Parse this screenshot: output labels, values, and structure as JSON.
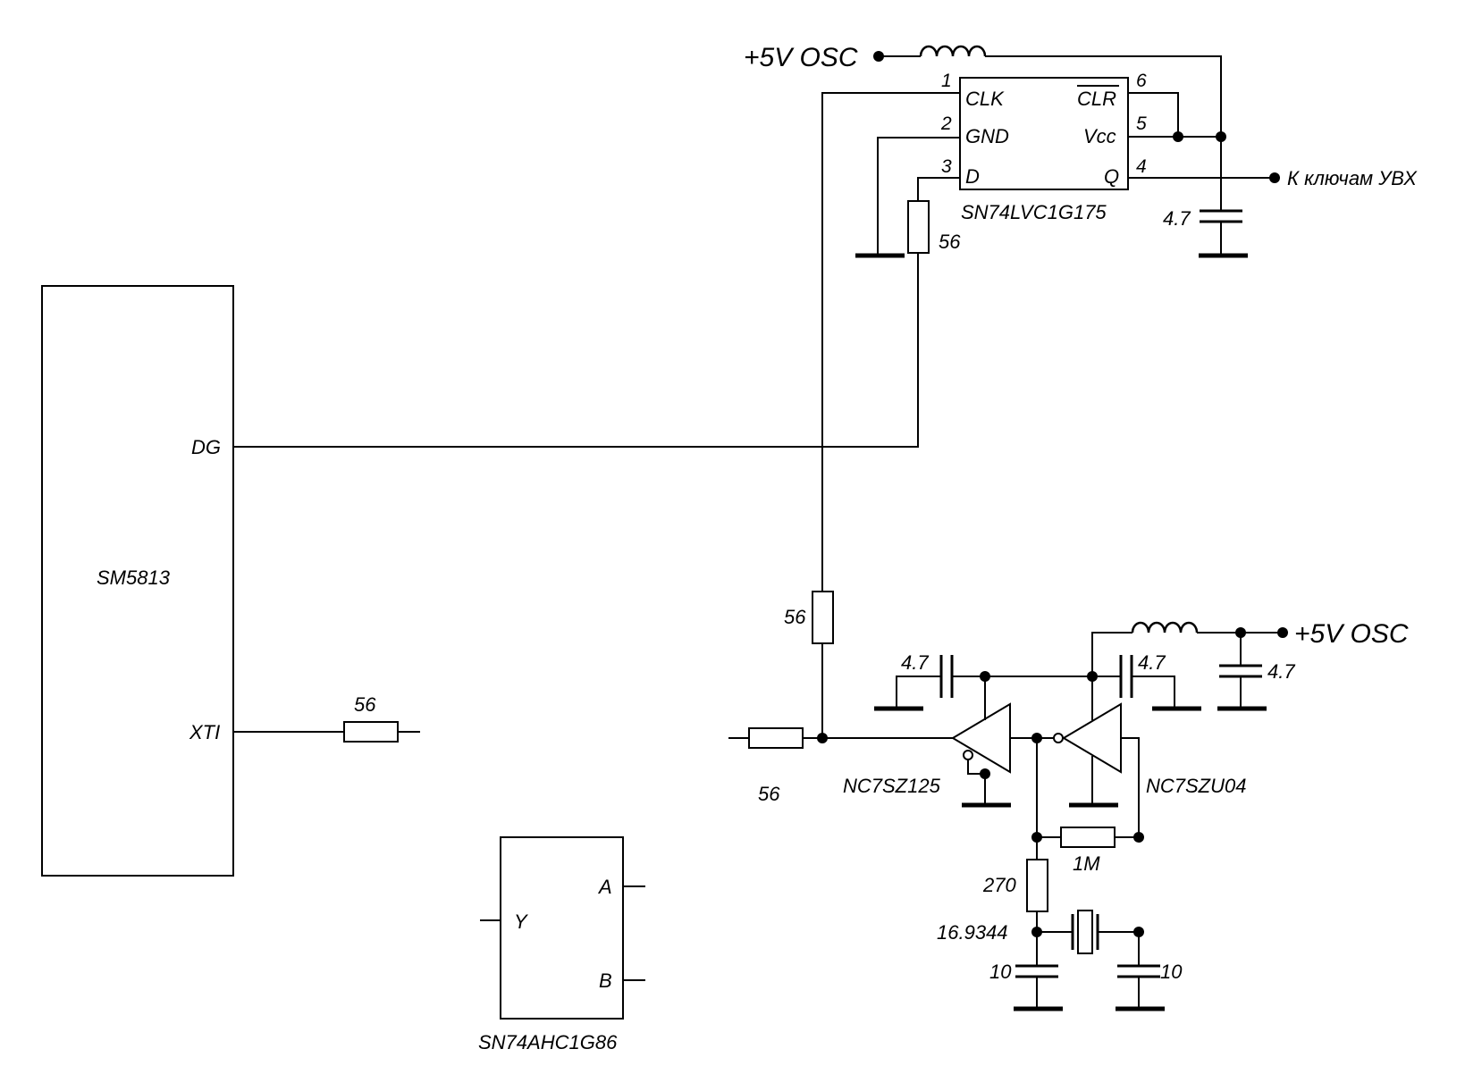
{
  "ic": {
    "sm5813": {
      "name": "SM5813",
      "pins": {
        "dg": "DG",
        "xti": "XTI"
      }
    },
    "flipflop": {
      "name": "SN74LVC1G175",
      "pin_labels": {
        "clk": "CLK",
        "gnd": "GND",
        "d": "D",
        "clr": "CLR",
        "vcc": "Vcc",
        "q": "Q"
      },
      "pin_numbers": {
        "clk": "1",
        "gnd": "2",
        "d": "3",
        "q": "4",
        "vcc": "5",
        "clr": "6"
      }
    },
    "xor": {
      "name": "SN74AHC1G86",
      "pins": {
        "y": "Y",
        "a": "A",
        "b": "B"
      }
    },
    "buffer": {
      "name": "NC7SZ125"
    },
    "inverter": {
      "name": "NC7SZU04"
    }
  },
  "nets": {
    "supply_top": "+5V OSC",
    "supply_osc": "+5V OSC",
    "q_out": "К ключам УВХ"
  },
  "components": {
    "c_ff": "4.7",
    "r_d": "56",
    "r_clk": "56",
    "r_xti": "56",
    "r_osc_in": "56",
    "c_buf": "4.7",
    "c_inv": "4.7",
    "c_supply": "4.7",
    "r_feedback": "1M",
    "r_series": "270",
    "crystal": "16.9344",
    "c_load_left": "10",
    "c_load_right": "10"
  }
}
